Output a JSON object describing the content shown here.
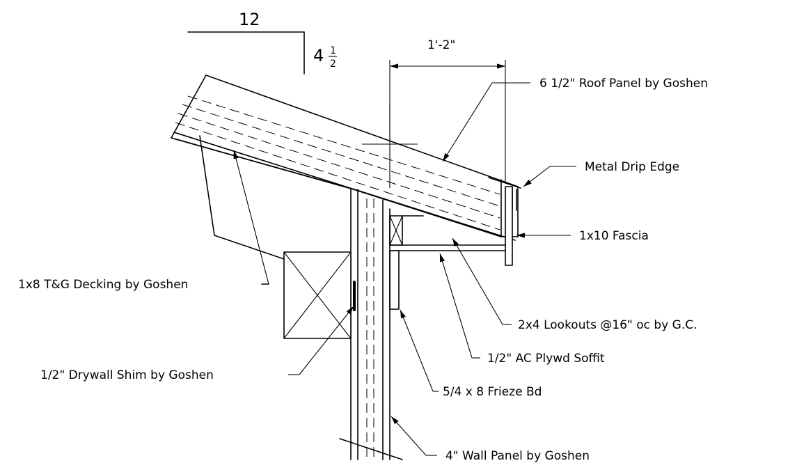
{
  "slope": {
    "run": "12",
    "rise": "4",
    "rise_frac_num": "1",
    "rise_frac_den": "2"
  },
  "overhang": {
    "dimension": "1'-2\""
  },
  "labels": {
    "roof_panel": "6 1/2\" Roof Panel by Goshen",
    "drip_edge": "Metal Drip Edge",
    "fascia": "1x10 Fascia",
    "decking": "1x8 T&G Decking by Goshen",
    "lookouts": "2x4 Lookouts @16\" oc by G.C.",
    "soffit": "1/2\" AC Plywd Soffit",
    "drywall_shim": "1/2\" Drywall Shim by Goshen",
    "frieze": "5/4 x 8 Frieze Bd",
    "wall_panel": "4\" Wall Panel by Goshen"
  }
}
